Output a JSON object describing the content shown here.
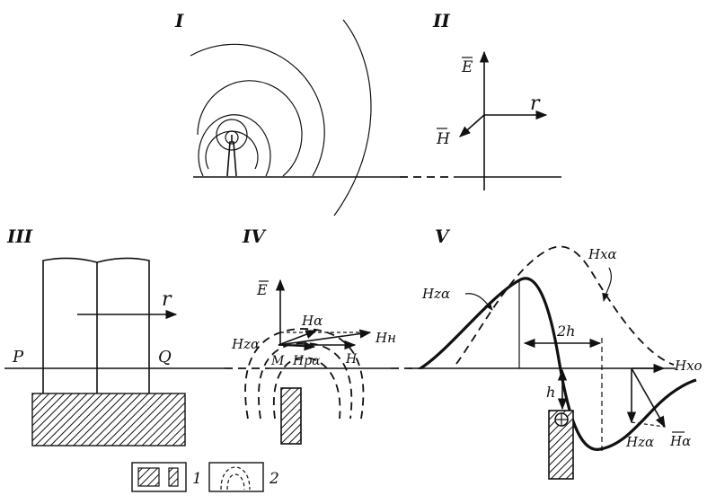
{
  "panels": {
    "p1": "I",
    "p2": "II",
    "p3": "III",
    "p4": "IV",
    "p5": "V"
  },
  "labels": {
    "E": "E",
    "H": "H",
    "r": "r",
    "P": "P",
    "Q": "Q",
    "M": "M",
    "Ha": "Hα",
    "Hn": "Hн",
    "Hza": "Hzα",
    "Hpa": "Hpα",
    "Hxa": "Hxα",
    "Hxo": "Hxo",
    "two_h": "2h",
    "h": "h"
  },
  "legend": {
    "item1": "1",
    "item2": "2"
  }
}
